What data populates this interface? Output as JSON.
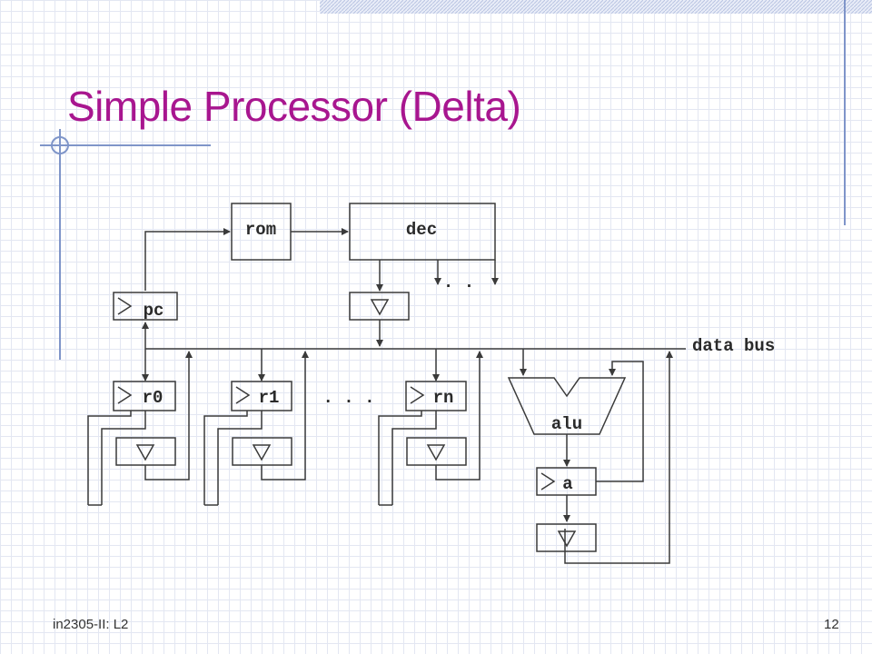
{
  "slide": {
    "title": "Simple Processor (Delta)",
    "footer_left": "in2305-II: L2",
    "page_number": "12"
  },
  "diagram": {
    "rom": "rom",
    "dec": "dec",
    "pc": "pc",
    "data_bus": "data bus",
    "dec_dots": ". .",
    "r0": "r0",
    "r1": "r1",
    "rn": "rn",
    "reg_dots": ". . .",
    "alu": "alu",
    "a": "a"
  },
  "colors": {
    "title": "#a8168f",
    "line": "#3a3a3a",
    "accent_blue": "#7f95c9"
  }
}
